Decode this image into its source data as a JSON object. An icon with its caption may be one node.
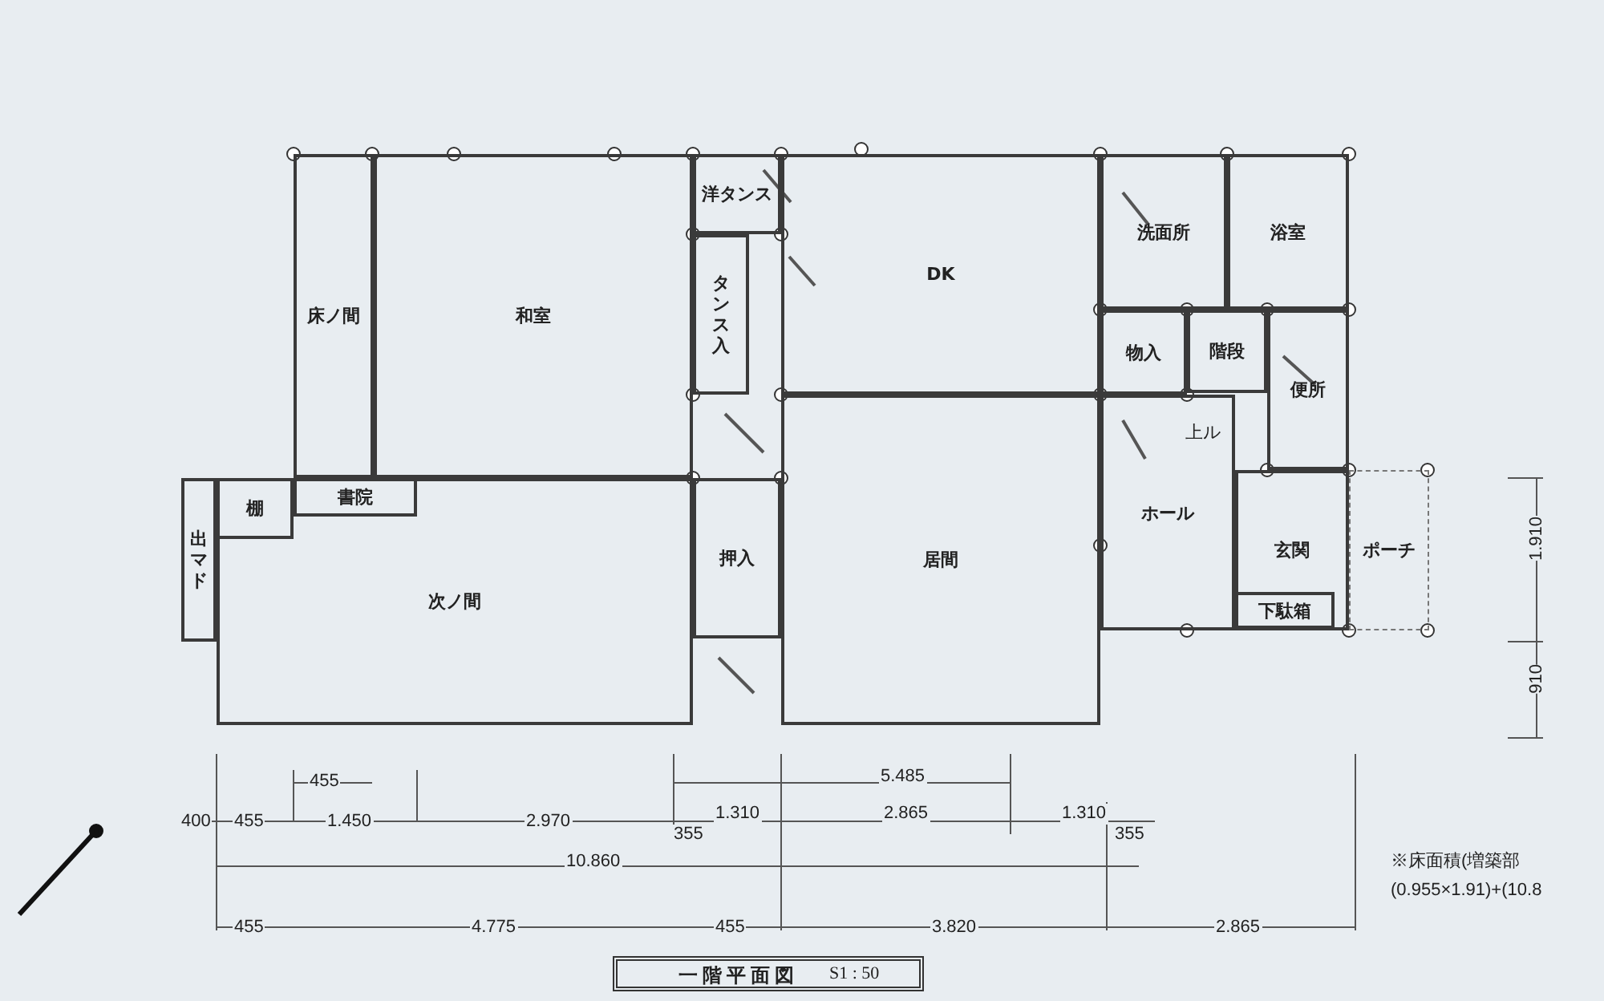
{
  "diagram": {
    "title": "一階平面図",
    "nodes": [
      {
        "text": [
          "床ノ間"
        ]
      },
      {
        "text": [
          "和室"
        ]
      },
      {
        "text": [
          "洋タンス"
        ]
      },
      {
        "text": [
          "タンス入"
        ]
      },
      {
        "text": [
          "DK"
        ]
      },
      {
        "text": [
          "洗面所"
        ]
      },
      {
        "text": [
          "浴室"
        ]
      },
      {
        "text": [
          "物入"
        ]
      },
      {
        "text": [
          "階段"
        ]
      },
      {
        "text": [
          "便所"
        ]
      },
      {
        "text": [
          "出マド"
        ]
      },
      {
        "text": [
          "次ノ間"
        ]
      },
      {
        "text": [
          "棚"
        ],
        "in": 11
      },
      {
        "text": [
          "書院"
        ],
        "in": 11
      },
      {
        "text": [
          "押入"
        ]
      },
      {
        "text": [
          "居間"
        ]
      },
      {
        "text": [
          "ホール"
        ]
      },
      {
        "text": [
          "玄関"
        ]
      },
      {
        "text": [
          "下駄箱"
        ],
        "in": 17
      },
      {
        "text": [
          "ポーチ"
        ]
      }
    ],
    "edges": [],
    "labels": [
      "上ル",
      "455",
      "400",
      "455",
      "1.450",
      "2.970",
      "1.310",
      "355",
      "5.485",
      "2.865",
      "1.310",
      "355",
      "10.860",
      "455",
      "4.775",
      "455",
      "3.820",
      "2.865",
      "1.910",
      "910",
      "S1 : 50",
      "※床面積(増築部",
      "(0.955×1.91)+(10.8"
    ]
  }
}
